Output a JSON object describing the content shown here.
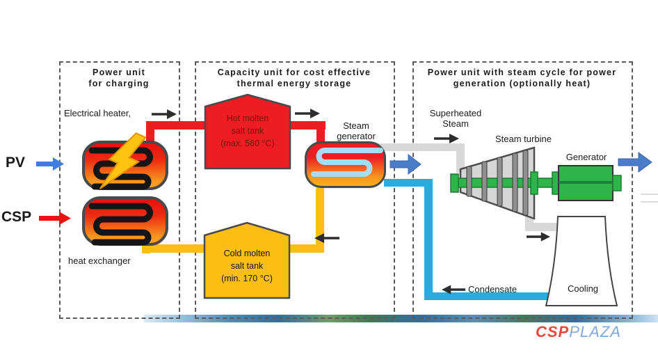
{
  "panels": {
    "charging": {
      "line1": "Power unit",
      "line2": "for charging"
    },
    "storage": {
      "line1": "Capacity unit for cost effective",
      "line2": "thermal energy storage"
    },
    "generation": {
      "line1": "Power unit with steam cycle for power",
      "line2": "generation (optionally heat)"
    }
  },
  "sources": {
    "pv": "PV",
    "csp": "CSP"
  },
  "charging_unit": {
    "electrical_heater": "Electrical heater,",
    "heat_exchanger": "heat exchanger"
  },
  "storage_unit": {
    "hot_tank": {
      "line1": "Hot molten",
      "line2": "salt tank",
      "line3": "(max. 560 °C)"
    },
    "cold_tank": {
      "line1": "Cold molten",
      "line2": "salt tank",
      "line3": "(min. 170 °C)"
    },
    "steam_generator": {
      "line1": "Steam",
      "line2": "generator"
    }
  },
  "power_unit": {
    "superheated_steam": {
      "line1": "Superheated",
      "line2": "Steam"
    },
    "steam_turbine": "Steam turbine",
    "generator": "Generator",
    "condensate": "Condensate",
    "cooling": "Cooling"
  },
  "logo": {
    "csp": "CSP",
    "plaza": "PLAZA"
  },
  "colors": {
    "hot_salt_red": "#ee1c23",
    "cold_salt_yellow": "#fcbe13",
    "steam_pipe_gray": "#d8d8d8",
    "condensate_blue": "#29abe2",
    "flow_arrow_blue": "#4a7dc9",
    "pv_arrow_blue": "#3f7de0",
    "csp_arrow_red": "#ee1111",
    "machine_green": "#2db54b",
    "lightning_yellow": "#ffc20e"
  }
}
